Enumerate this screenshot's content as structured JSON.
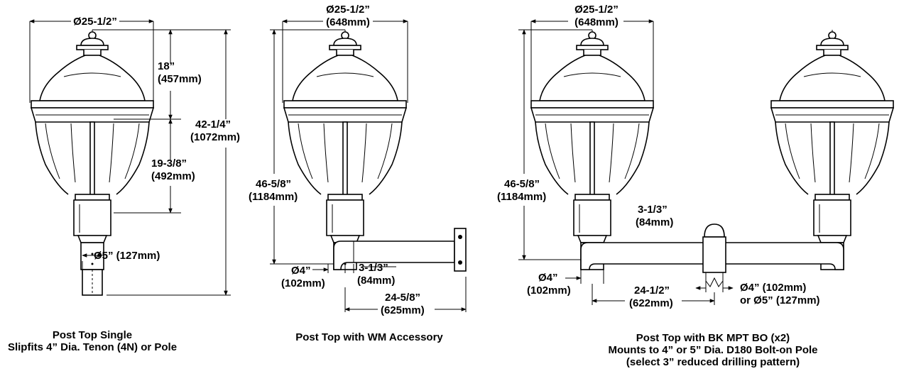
{
  "diagrams": [
    {
      "caption_line1": "Post Top Single",
      "caption_line2": "Slipfits 4” Dia. Tenon (4N) or Pole",
      "dims": {
        "width": "Ø25-1/2”",
        "head_in": "18”",
        "head_mm": "(457mm)",
        "overall_in": "42-1/4”",
        "overall_mm": "(1072mm)",
        "lower_in": "19-3/8”",
        "lower_mm": "(492mm)",
        "tenon": "Ø5” (127mm)"
      }
    },
    {
      "caption_line1": "Post Top with WM Accessory",
      "dims": {
        "width_in": "Ø25-1/2”",
        "width_mm": "(648mm)",
        "height_in": "46-5/8”",
        "height_mm": "(1184mm)",
        "pipe_in": "Ø4”",
        "pipe_mm": "(102mm)",
        "drop_in": "3-1/3”",
        "drop_mm": "(84mm)",
        "arm_in": "24-5/8”",
        "arm_mm": "(625mm)"
      }
    },
    {
      "caption_line1": "Post Top with BK MPT BO (x2)",
      "caption_line2": "Mounts to 4” or 5” Dia. D180 Bolt-on Pole",
      "caption_line3": "(select 3” reduced drilling pattern)",
      "dims": {
        "width_in": "Ø25-1/2”",
        "width_mm": "(648mm)",
        "height_in": "46-5/8”",
        "height_mm": "(1184mm)",
        "drop_in": "3-1/3”",
        "drop_mm": "(84mm)",
        "pipe_in": "Ø4”",
        "pipe_mm": "(102mm)",
        "arm_in": "24-1/2”",
        "arm_mm": "(622mm)",
        "pole_in": "Ø4” (102mm)",
        "pole_alt": "or Ø5” (127mm)"
      }
    }
  ],
  "icons": [
    "post-top-luminaire-icon",
    "wall-mount-bracket-icon",
    "twin-bracket-icon"
  ]
}
